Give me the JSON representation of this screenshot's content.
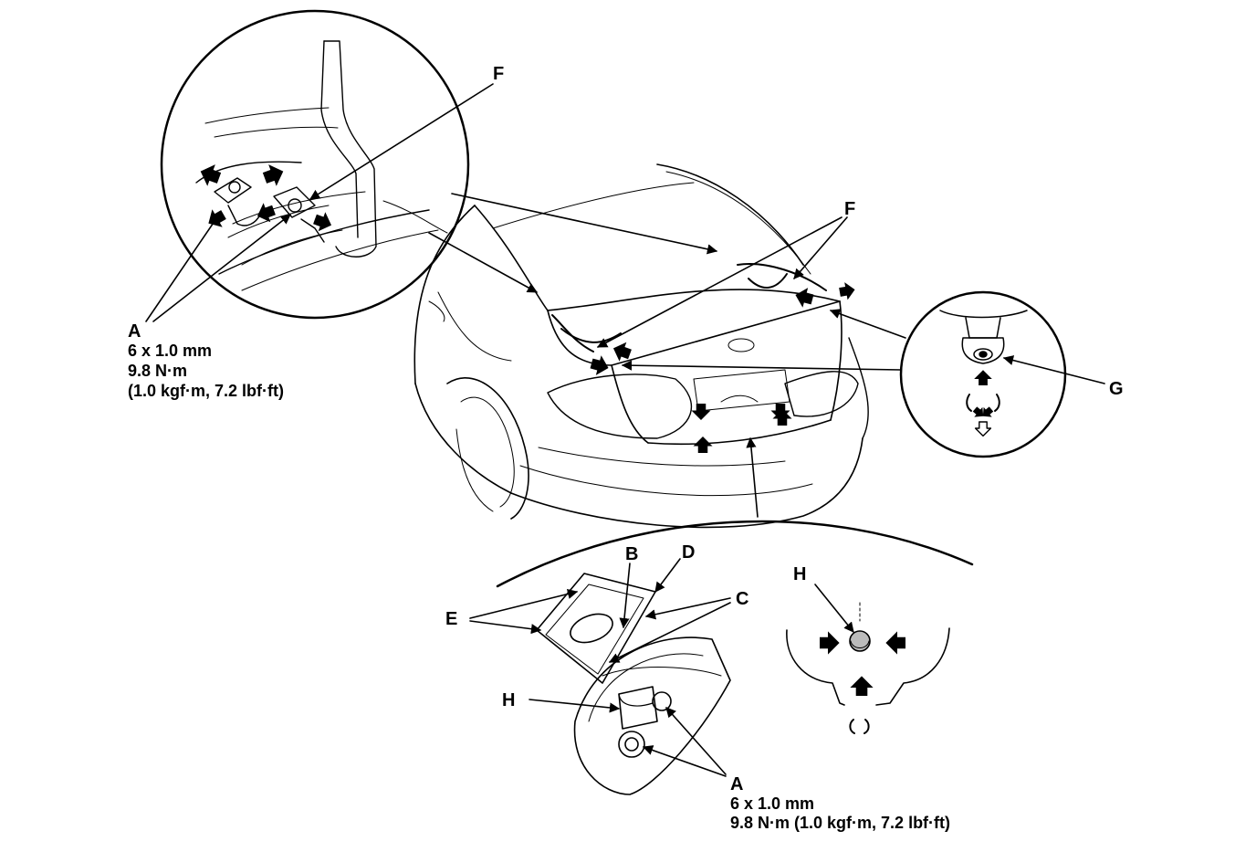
{
  "callouts": {
    "a_top": "A",
    "a_top_spec": [
      "6 x 1.0 mm",
      "9.8 N·m",
      "(1.0 kgf·m, 7.2 lbf·ft)"
    ],
    "f_top": "F",
    "f_right": "F",
    "g": "G",
    "b": "B",
    "d": "D",
    "c": "C",
    "e": "E",
    "h_left": "H",
    "h_right": "H",
    "a_bottom": "A",
    "a_bottom_spec": [
      "6 x 1.0 mm",
      "9.8 N·m (1.0 kgf·m, 7.2 lbf·ft)"
    ]
  },
  "colors": {
    "line": "#000000",
    "background": "#ffffff",
    "shade": "#cfcfcf"
  },
  "icons": [
    "push-arrow-icon",
    "release-arrow-icon",
    "clip-fastener-icon",
    "bolt-icon"
  ]
}
